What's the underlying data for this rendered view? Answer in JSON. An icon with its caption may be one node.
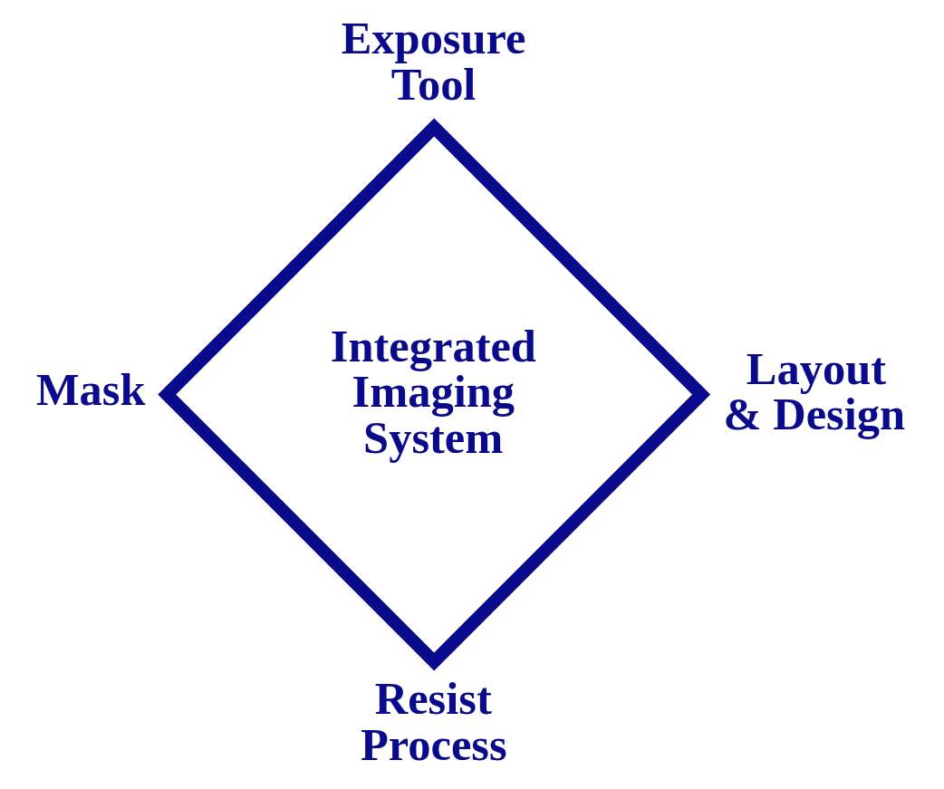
{
  "diagram": {
    "nodes": [
      {
        "text": [
          "Integrated Imaging System"
        ]
      }
    ],
    "labels": [
      "Exposure Tool",
      "Mask",
      "Layout & Design",
      "Resist Process"
    ]
  }
}
